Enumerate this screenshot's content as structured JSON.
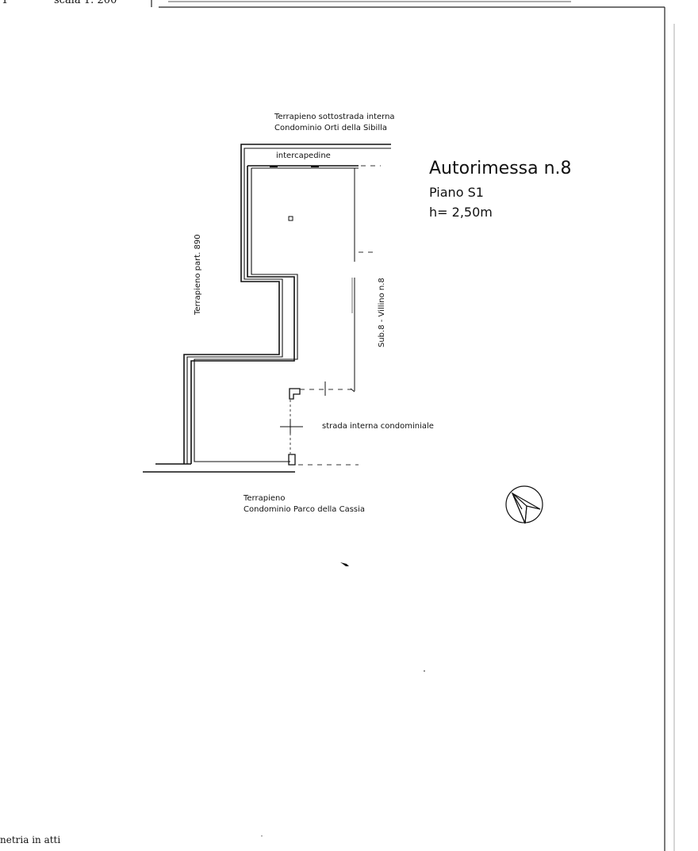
{
  "header": {
    "sheet_number_fragment": "1",
    "scale_fragment": "scala 1: 200"
  },
  "unit": {
    "title": "Autorimessa n.8",
    "floor": "Piano S1",
    "height": "h= 2,50m"
  },
  "labels": {
    "north_top_line1": "Terrapieno sottostrada interna",
    "north_top_line2": "Condominio Orti della Sibilla",
    "intercapedine": "intercapedine",
    "west": "Terrapieno part. 890",
    "east": "Sub.8 - Villino n.8",
    "road": "strada interna condominiale",
    "south_line1": "Terrapieno",
    "south_line2": "Condominio Parco della Cassia"
  },
  "footer": {
    "bottom_left_fragment": "netria in atti"
  },
  "icons": {
    "north_arrow": "north-arrow-icon"
  }
}
